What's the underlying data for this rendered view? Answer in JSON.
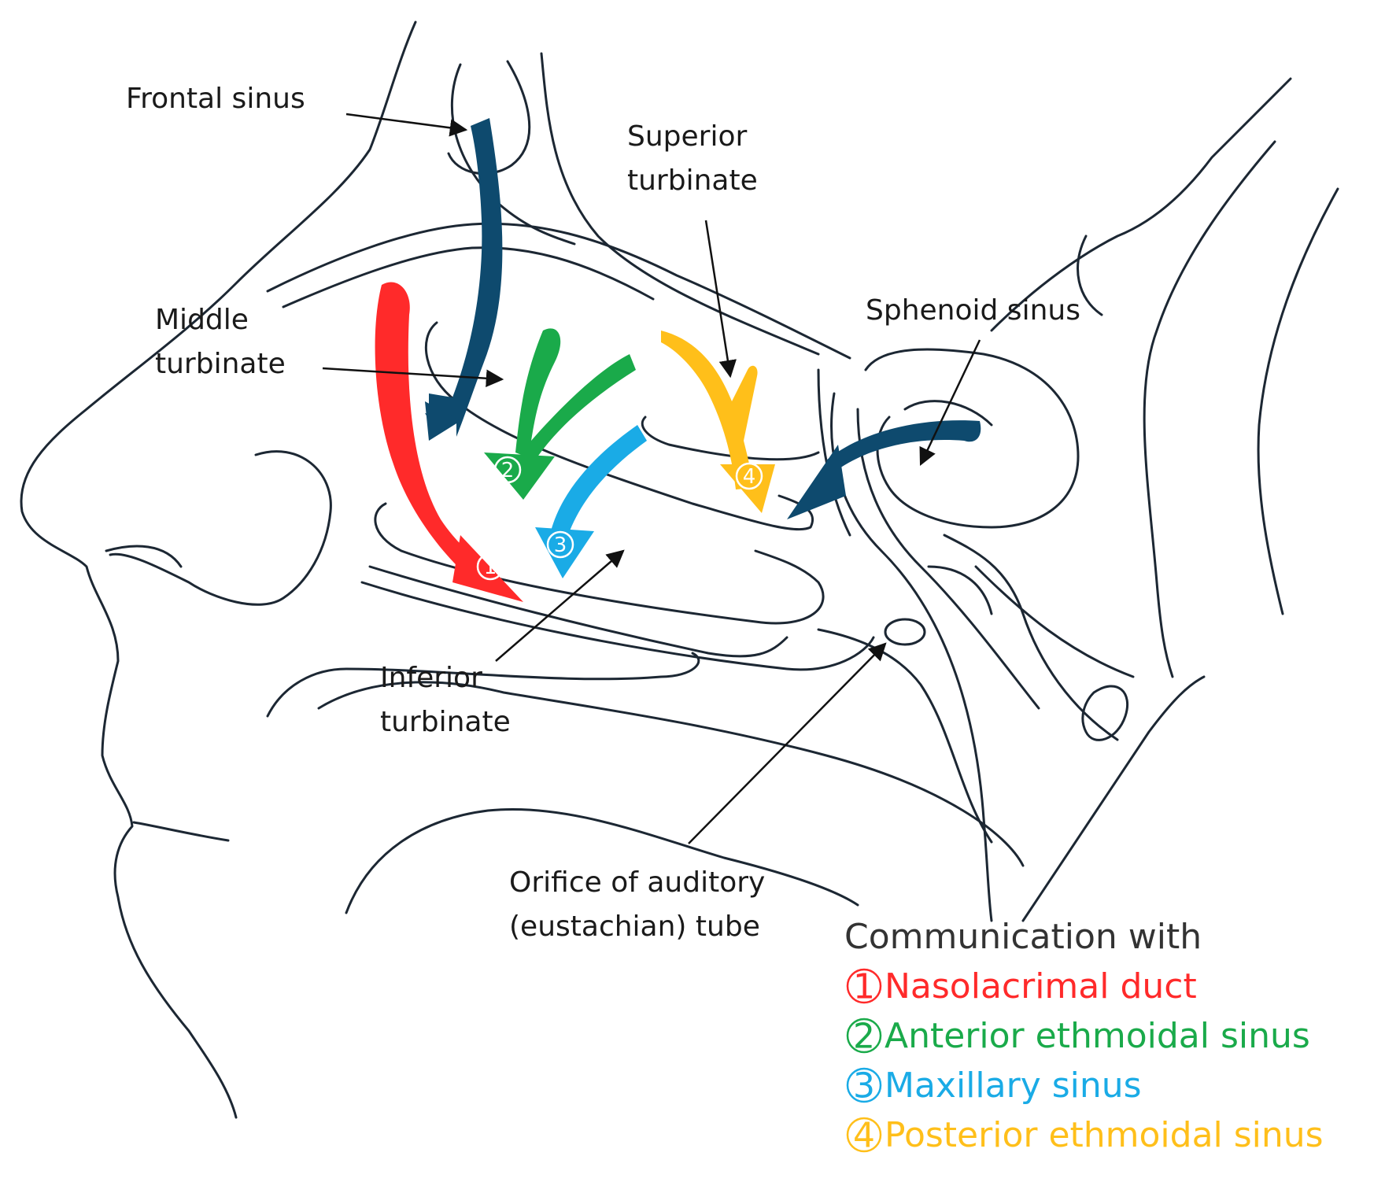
{
  "labels": {
    "frontal_sinus": "Frontal sinus",
    "superior_turbinate": [
      "Superior",
      "turbinate"
    ],
    "middle_turbinate": [
      "Middle",
      "turbinate"
    ],
    "sphenoid_sinus": "Sphenoid sinus",
    "inferior_turbinate": [
      "Inferior",
      "turbinate"
    ],
    "orifice": [
      "Orifice of auditory",
      "(eustachian) tube"
    ]
  },
  "markers": [
    "1",
    "2",
    "3",
    "4"
  ],
  "legend": {
    "title": "Communication with",
    "items": [
      {
        "num": "1",
        "label": "Nasolacrimal duct",
        "color": "#ff2a2a"
      },
      {
        "num": "2",
        "label": "Anterior ethmoidal sinus",
        "color": "#1aaa4a"
      },
      {
        "num": "3",
        "label": "Maxillary sinus",
        "color": "#1aabe6"
      },
      {
        "num": "4",
        "label": "Posterior ethmoidal sinus",
        "color": "#ffbf1a"
      }
    ]
  },
  "colors": {
    "outline": "#1c2733",
    "sinus_arrow": "#0e4a6e",
    "nasolacrimal": "#ff2a2a",
    "anterior_ethmoidal": "#1aaa4a",
    "maxillary": "#1aabe6",
    "posterior_ethmoidal": "#ffbf1a"
  }
}
